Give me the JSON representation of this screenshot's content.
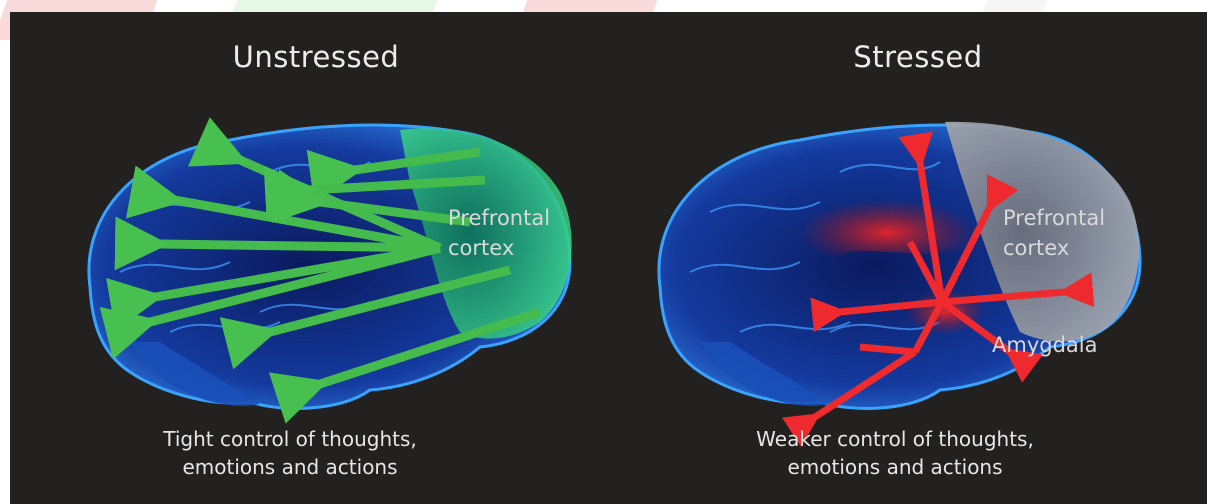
{
  "left": {
    "title": "Unstressed",
    "prefrontal_line1": "Prefrontal",
    "prefrontal_line2": "cortex",
    "caption_line1": "Tight control of thoughts,",
    "caption_line2": "emotions and actions"
  },
  "right": {
    "title": "Stressed",
    "prefrontal_line1": "Prefrontal",
    "prefrontal_line2": "cortex",
    "amygdala": "Amygdala",
    "caption_line1": "Weaker control of thoughts,",
    "caption_line2": "emotions and actions"
  },
  "colors": {
    "background": "#232020",
    "brain_blue": "#1b3fae",
    "cortex_green": "#37c46a",
    "arrow_green": "#3fb54a",
    "arrow_red": "#e8262a",
    "cortex_gray": "#8c8f96"
  }
}
